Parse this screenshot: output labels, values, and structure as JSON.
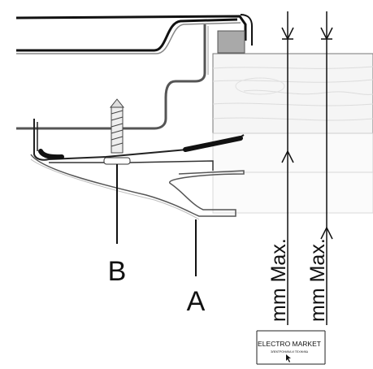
{
  "labels": {
    "a": "A",
    "b": "B",
    "dim_left": "mm Max.",
    "dim_right": "mm Max."
  },
  "logo": {
    "title": "ELECTRO MARKET",
    "subtitle": "ЭЛЕКТРОНИКА И ТЕХНИКА"
  },
  "colors": {
    "line": "#1a1a1a",
    "wood": "#f4f4f4",
    "wood_grain": "#d9d9d9",
    "gasket": "#111111",
    "block": "#a9a9a9",
    "profile_gray": "#777777"
  }
}
